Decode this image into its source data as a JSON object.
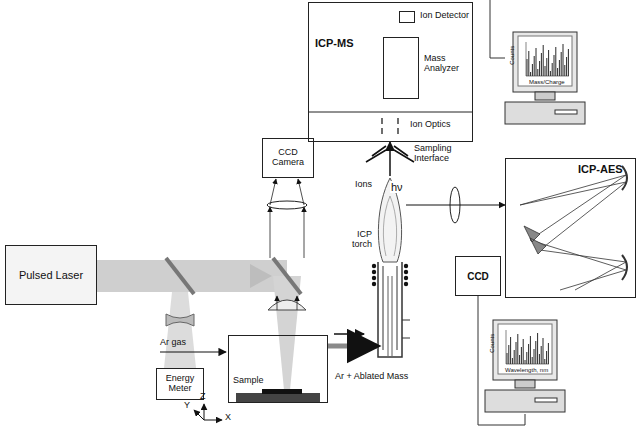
{
  "diagram": {
    "nodes": [
      {
        "text": [
          "Pulsed Laser"
        ]
      },
      {
        "text": [
          "Energy Meter"
        ]
      },
      {
        "text": [
          "CCD Camera"
        ]
      },
      {
        "text": [
          "ICP-MS"
        ]
      },
      {
        "text": [
          "Ion Detector"
        ],
        "in": 3
      },
      {
        "text": [
          "Mass Analyzer"
        ],
        "in": 3
      },
      {
        "text": [
          "ICP-AES"
        ]
      },
      {
        "text": [
          "CCD"
        ]
      },
      {
        "text": [
          "ICP torch"
        ]
      },
      {
        "text": [
          "Sample"
        ]
      },
      {
        "text": [
          "Counts",
          "Mass/Charge"
        ]
      },
      {
        "text": [
          "Counts",
          "Wavelength, nm"
        ]
      }
    ],
    "edges": [
      {
        "from": 9,
        "to": 8,
        "arrow": "to",
        "label": "Ar + Ablated Mass"
      },
      {
        "from": 8,
        "to": 3,
        "arrow": "to",
        "label": "Ions"
      },
      {
        "from": 8,
        "to": 6,
        "arrow": "to",
        "label": "hν"
      },
      {
        "from": 7,
        "to": 11,
        "arrow": "none"
      }
    ],
    "labels": [
      "Ion Optics",
      "Sampling Interface",
      "Ar gas",
      "Z",
      "Y",
      "X"
    ]
  }
}
